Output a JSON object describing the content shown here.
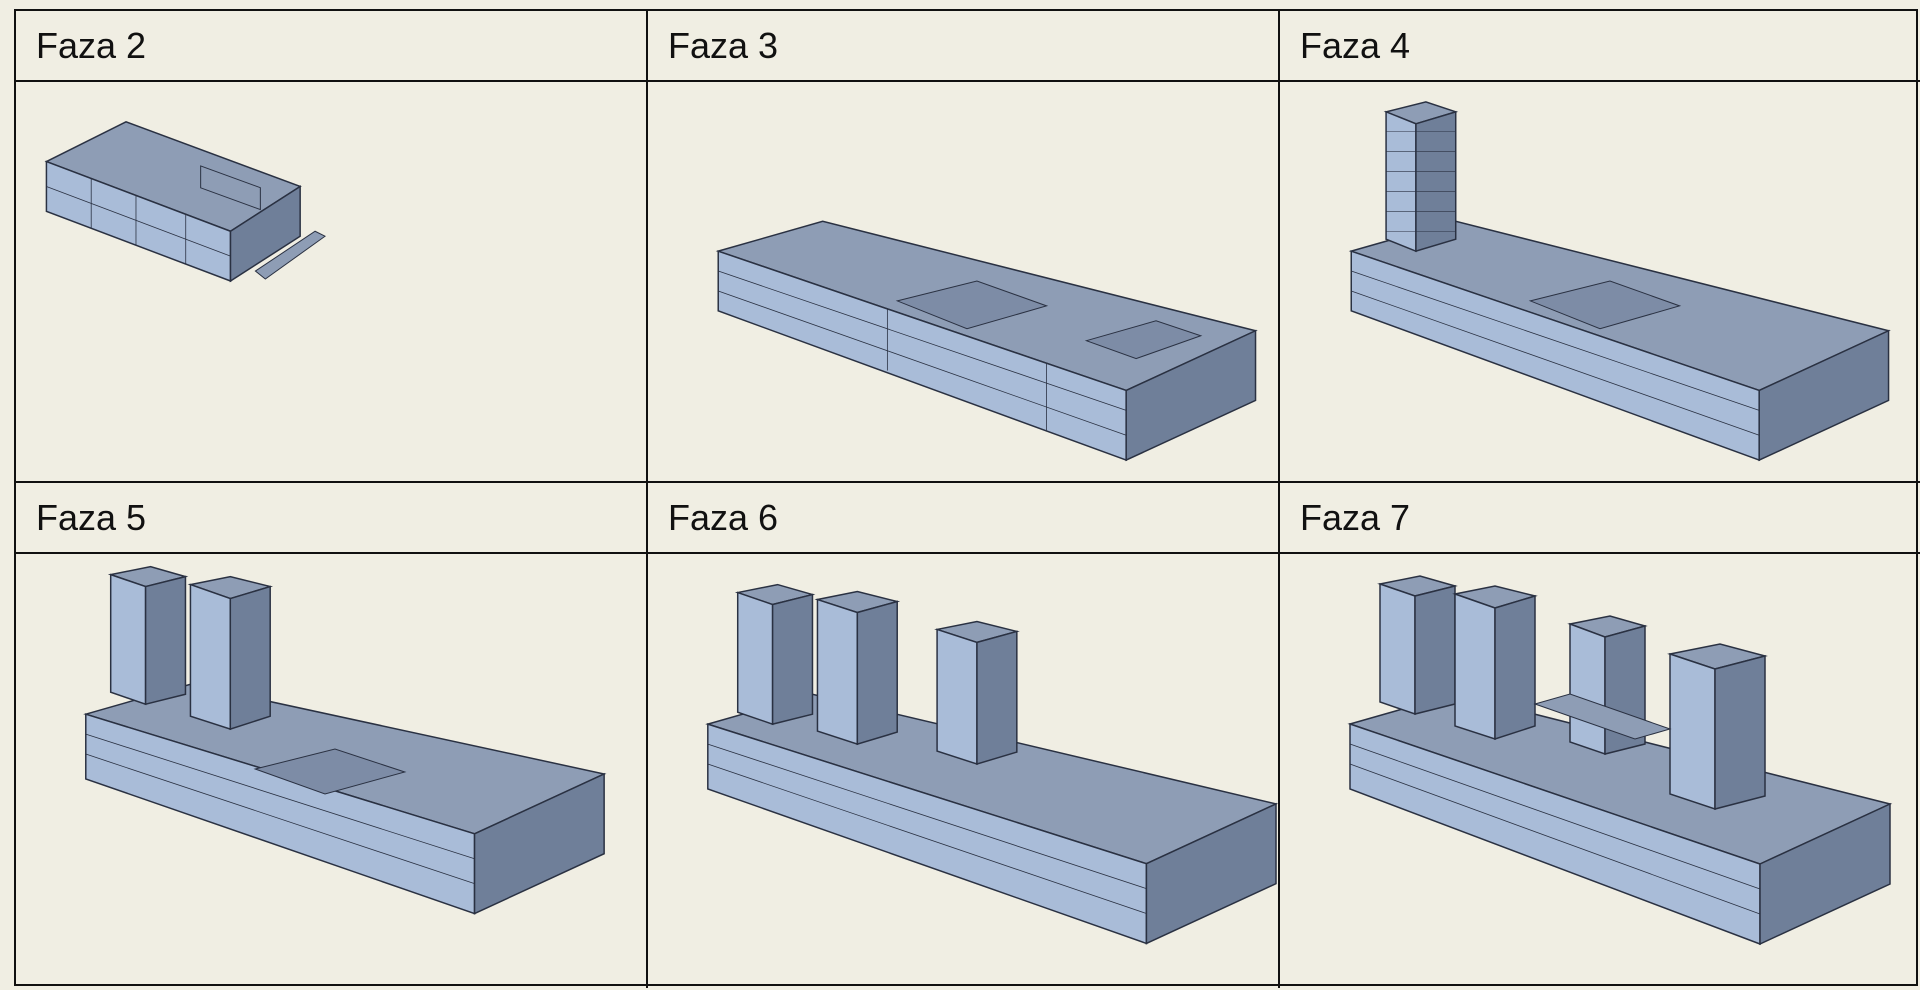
{
  "panels": [
    {
      "label": "Faza 2",
      "building": "building-model-phase-2"
    },
    {
      "label": "Faza 3",
      "building": "building-model-phase-3"
    },
    {
      "label": "Faza 4",
      "building": "building-model-phase-4"
    },
    {
      "label": "Faza 5",
      "building": "building-model-phase-5"
    },
    {
      "label": "Faza 6",
      "building": "building-model-phase-6"
    },
    {
      "label": "Faza 7",
      "building": "building-model-phase-7"
    }
  ],
  "colors": {
    "background": "#f0eee3",
    "grid_lines": "#111111",
    "roof": "#8e9db5",
    "facade": "#a9bcd8",
    "shadow_side": "#6f7f99",
    "edge": "#2a3142"
  }
}
